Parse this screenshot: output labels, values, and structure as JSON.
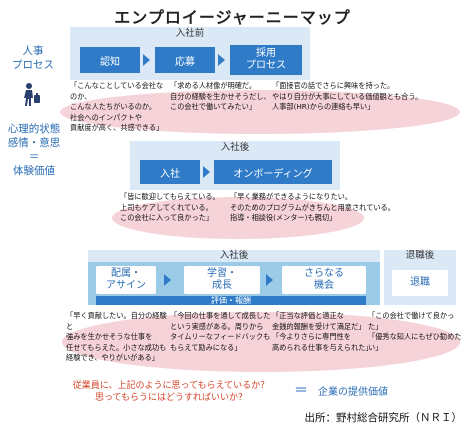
{
  "title": "エンプロイージャーニーマップ",
  "left_labels": {
    "hr_process": "人事\nプロセス",
    "psych_line1": "心理的状態",
    "psych_line2": "感情・意思",
    "psych_line3": "＝",
    "psych_line4": "体験価値"
  },
  "section1": {
    "header": "入社前",
    "steps": [
      "認知",
      "応募",
      "採用\nプロセス"
    ],
    "quotes": [
      "「こんなことしている会社なのか、\nこんな人たちがいるのか。\n社会へのインパクトや\n貢献度が高く、共感できる」",
      "「求める人材像が明確だ。\n自分の経験を生かせそうだし、\nこの会社で働いてみたい」",
      "「面接官の話でさらに興味を持った。\nやはり自分が大事にしている価値観とも合う。\n人事部(HR)からの連絡も早い」"
    ]
  },
  "section2": {
    "header": "入社後",
    "steps": [
      "入社",
      "オンボーディング"
    ],
    "quotes": [
      "「皆に歓迎してもらえている。\n上司もケアしてくれている。\nこの会社に入って良かった」",
      "「早く業務ができるようになりたい。\nそのためのプログラムがきちんと用意されている。\n指導・相談役(メンター)も親切」"
    ]
  },
  "section3": {
    "header": "入社後",
    "header_right": "退職後",
    "steps": [
      "配属・\nアサイン",
      "学習・\n成長",
      "さらなる\n機会"
    ],
    "eval_label": "評価・報酬",
    "retire": "退職",
    "quotes": [
      "「早く貢献したい。自分の経験と\n強みを生かせそうな仕事を\n任せてもらえた。小さな成功も\n経験でき、やりがいがある」",
      "「今回の仕事を通して成長した\nという実感がある。周りから\nタイムリーなフィードバックも\nもらえて励みになる」",
      "「正当な評価と適正な\n金銭的報酬を受けて満足だ」\n「今よりさらに専門性を\n高められる仕事を与えられた」",
      "「この会社で働けて良かった」\n「優秀な知人にもぜひ勧めたい」"
    ]
  },
  "footer": {
    "question_line1": "従業員に、上記のように思ってもらえているか？",
    "question_line2": "思ってもらうにはどうすればいいか？",
    "equals": "＝",
    "value": "企業の提供価値",
    "source": "出所：野村総合研究所（ＮＲＩ）"
  },
  "colors": {
    "accent_blue": "#2f7bc8",
    "band_blue": "#dbe9f6",
    "box_blue": "#9ccbe8",
    "ellipse_pink": "#f6d3d8",
    "footer_red": "#d4452b"
  },
  "icon": "walking-person-with-suitcase-icon"
}
